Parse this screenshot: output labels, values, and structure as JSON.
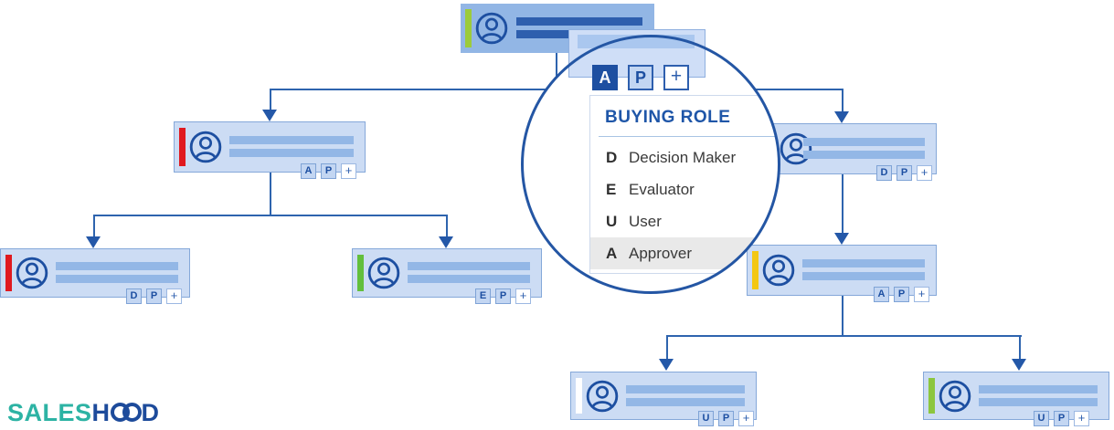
{
  "logo": {
    "sales": "SALES",
    "h": "H",
    "d": "D"
  },
  "magnifier": {
    "title": "BUYING ROLE",
    "badges": [
      "A",
      "P",
      "+"
    ],
    "roles": [
      {
        "key": "D",
        "label": "Decision Maker"
      },
      {
        "key": "E",
        "label": "Evaluator"
      },
      {
        "key": "U",
        "label": "User"
      },
      {
        "key": "A",
        "label": "Approver"
      }
    ],
    "highlighted_role": "Approver"
  },
  "nodes": [
    {
      "id": "root",
      "stripe_color": "#9ccb3b",
      "badges": []
    },
    {
      "id": "manager-left",
      "stripe_color": "#e0191f",
      "badges": [
        "A",
        "P",
        "+"
      ]
    },
    {
      "id": "manager-right",
      "stripe_color": null,
      "badges": [
        "D",
        "P",
        "+"
      ]
    },
    {
      "id": "left-child-1",
      "stripe_color": "#e0191f",
      "badges": [
        "D",
        "P",
        "+"
      ]
    },
    {
      "id": "left-child-2",
      "stripe_color": "#62bf3c",
      "badges": [
        "E",
        "P",
        "+"
      ]
    },
    {
      "id": "right-child",
      "stripe_color": "#f3c713",
      "badges": [
        "A",
        "P",
        "+"
      ]
    },
    {
      "id": "right-grandchild-1",
      "stripe_color": "#ffffff",
      "badges": [
        "U",
        "P",
        "+"
      ]
    },
    {
      "id": "right-grandchild-2",
      "stripe_color": "#8cc63f",
      "badges": [
        "U",
        "P",
        "+"
      ]
    }
  ],
  "colors": {
    "card_bg_light": "#ccdcf4",
    "card_bg_dark": "#92b6e5",
    "accent_blue": "#1d4fa1",
    "line_blue": "#2e64ae",
    "highlight_gray": "#e9e9e9",
    "logo_teal": "#2db3a4",
    "logo_blue": "#1d4b9b"
  }
}
